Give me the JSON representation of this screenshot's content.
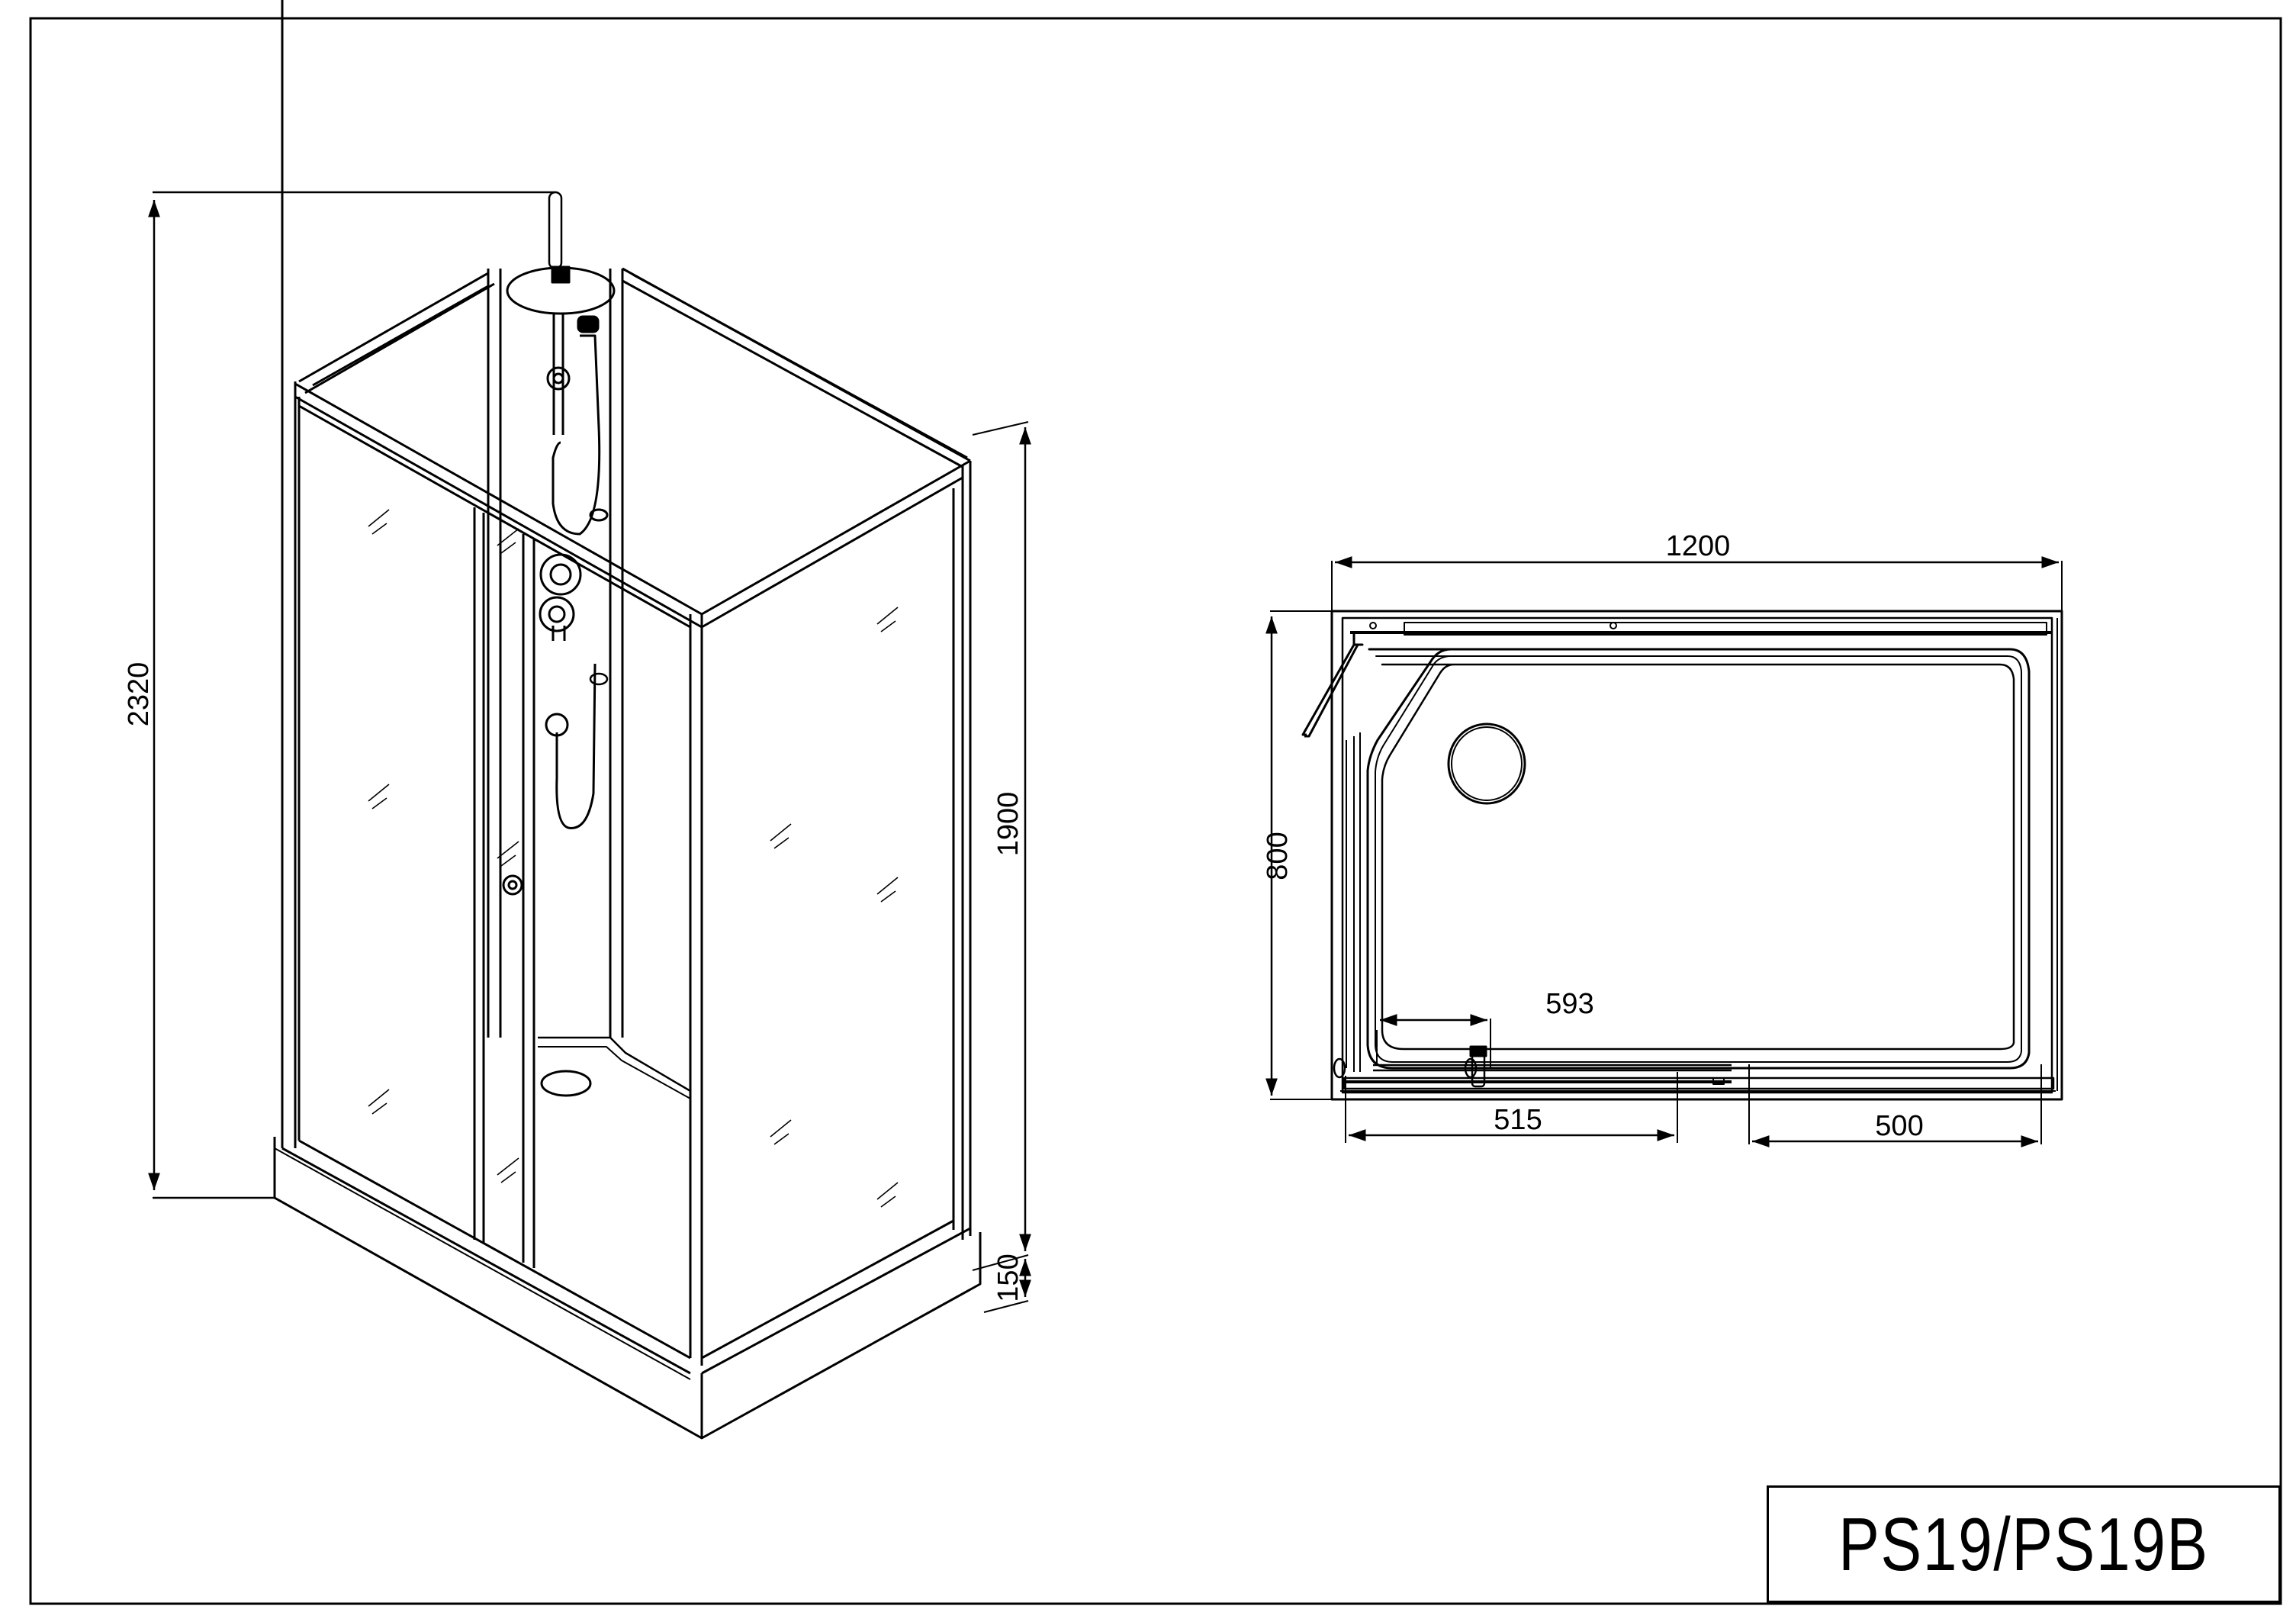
{
  "drawing": {
    "title": "PS19/PS19B",
    "line_color": "#000000",
    "background": "#ffffff"
  },
  "isometric_view": {
    "dimensions": {
      "total_height": "2320",
      "cabin_height": "1900",
      "tray_height": "150"
    }
  },
  "plan_view": {
    "dimensions": {
      "width": "1200",
      "depth": "800",
      "door_inner": "593",
      "left_segment": "515",
      "right_segment": "500"
    }
  }
}
